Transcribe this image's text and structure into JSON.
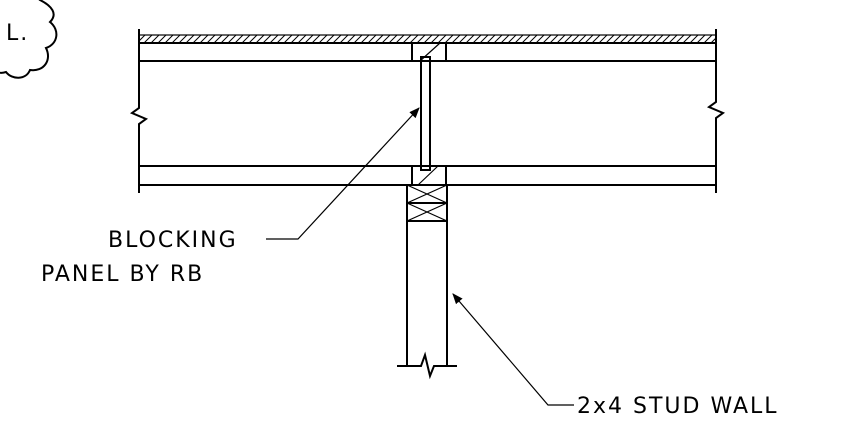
{
  "labels": {
    "blocking_line1": "BLOCKING",
    "blocking_line2": "PANEL BY RB",
    "stud_wall": "2x4 STUD WALL",
    "cloud_fragment": "L."
  },
  "colors": {
    "line": "#000000",
    "background": "#ffffff"
  }
}
